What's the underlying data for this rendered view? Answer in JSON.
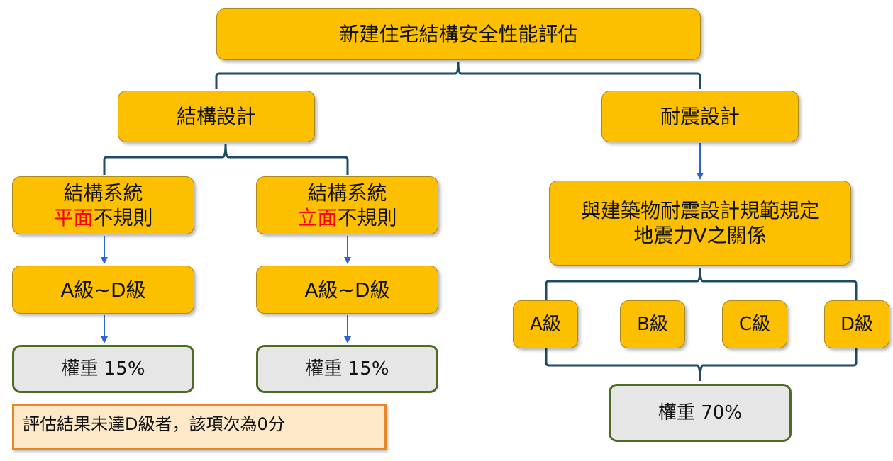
{
  "root": {
    "label": "新建住宅結構安全性能評估"
  },
  "structural": {
    "label": "結構設計",
    "left": {
      "line1": "結構系統",
      "highlight": "平面",
      "rest": "不規則",
      "grade": "A級~D級",
      "weight": "權重 15%"
    },
    "right": {
      "line1": "結構系統",
      "highlight": "立面",
      "rest": "不規則",
      "grade": "A級~D級",
      "weight": "權重 15%"
    }
  },
  "seismic": {
    "label": "耐震設計",
    "relation_line1": "與建築物耐震設計規範規定",
    "relation_line2": "地震力V之關係",
    "grades": [
      "A級",
      "B級",
      "C級",
      "D級"
    ],
    "weight": "權重 70%"
  },
  "note": {
    "text": "評估結果未達D級者，該項次為0分"
  },
  "colors": {
    "box_fill": "#fcc000",
    "weight_fill": "#e6e6e6",
    "weight_border": "#4c6b23",
    "connector": "#1f4a66",
    "arrow": "#2f62d8",
    "highlight_text": "#ff0000",
    "note_border": "#e8862a"
  }
}
